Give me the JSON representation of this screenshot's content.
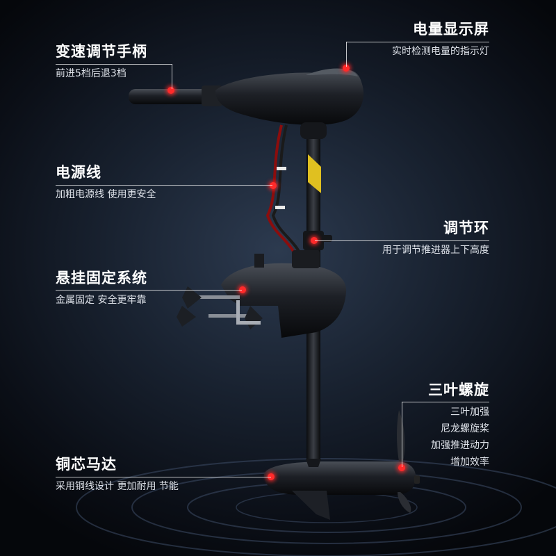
{
  "callouts": {
    "handle": {
      "title": "变速调节手柄",
      "desc": "前进5档后退3档"
    },
    "display": {
      "title": "电量显示屏",
      "desc": "实时检测电量的指示灯"
    },
    "power_cable": {
      "title": "电源线",
      "desc": "加粗电源线 使用更安全"
    },
    "adjust_ring": {
      "title": "调节环",
      "desc": "用于调节推进器上下高度"
    },
    "mount": {
      "title": "悬挂固定系统",
      "desc": "金属固定 安全更牢靠"
    },
    "propeller": {
      "title": "三叶螺旋",
      "lines": [
        "三叶加强",
        "尼龙螺旋桨",
        "加强推进动力",
        "增加效率"
      ]
    },
    "motor": {
      "title": "铜芯马达",
      "desc": "采用铜线设计 更加耐用 节能"
    }
  },
  "colors": {
    "marker": "#ff2a2a",
    "background": "#18212f",
    "text": "#ffffff"
  }
}
